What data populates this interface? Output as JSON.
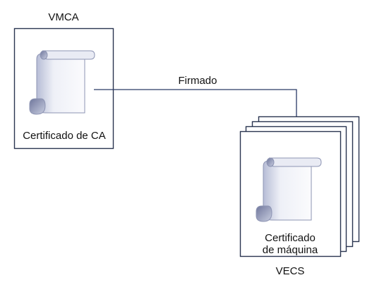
{
  "vmca": {
    "title": "VMCA",
    "certificate_label": "Certificado de CA"
  },
  "connector": {
    "label": "Firmado"
  },
  "vecs": {
    "title": "VECS",
    "certificate_label_line1": "Certificado",
    "certificate_label_line2": "de máquina"
  },
  "colors": {
    "box_border": "#2a3550",
    "arrow": "#2a3a66",
    "scroll_fill": "#f4f5f9",
    "scroll_shadow": "#9ca3c2",
    "text": "#111111"
  },
  "icons": {
    "certificate": "scroll-certificate-icon"
  }
}
